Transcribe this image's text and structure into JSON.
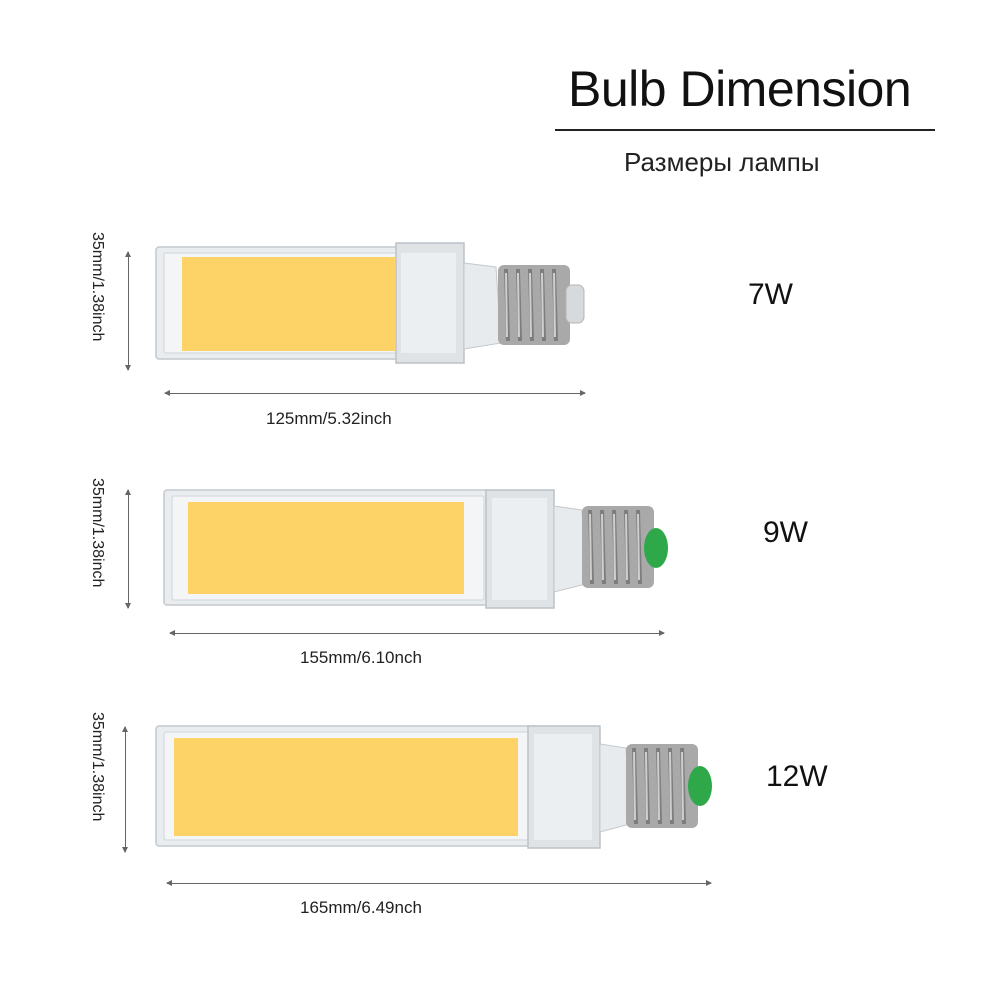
{
  "header": {
    "title": "Bulb Dimension",
    "subtitle": "Размеры лампы"
  },
  "bulbs": [
    {
      "power": "7W",
      "height_label": "35mm/1.38inch",
      "length_label": "125mm/5.32inch"
    },
    {
      "power": "9W",
      "height_label": "35mm/1.38inch",
      "length_label": "155mm/6.10nch"
    },
    {
      "power": "12W",
      "height_label": "35mm/1.38inch",
      "length_label": "165mm/6.49nch"
    }
  ],
  "colors": {
    "led_panel": "#fdd267",
    "housing": "#e7ebee",
    "base_metal": "#a8a8a8",
    "insulator_tip": "#2fa84a"
  }
}
